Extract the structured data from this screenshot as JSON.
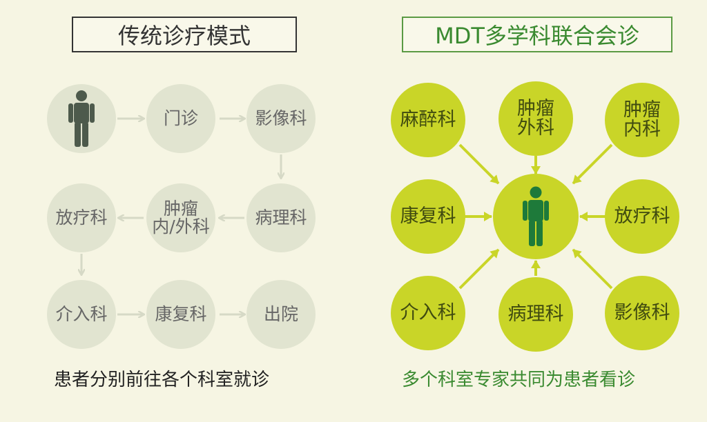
{
  "left": {
    "title": "传统诊疗模式",
    "nodes": [
      "门诊",
      "影像科",
      "肿瘤\n内/外科",
      "病理科",
      "放疗科",
      "介入科",
      "康复科",
      "出院"
    ],
    "caption": "患者分别前往各个科室就诊",
    "icon": "person-icon",
    "colors": {
      "circle": "#e1e4d0",
      "text": "#666666",
      "arrow": "#d6d9c6",
      "person": "#4d5a4c"
    }
  },
  "right": {
    "title": "MDT多学科联合会诊",
    "nodes": [
      "麻醉科",
      "肿瘤\n外科",
      "肿瘤\n内科",
      "康复科",
      "放疗科",
      "介入科",
      "病理科",
      "影像科"
    ],
    "caption": "多个科室专家共同为患者看诊",
    "icon": "person-icon",
    "colors": {
      "circle": "#c9d528",
      "text": "#404b10",
      "arrow": "#c9d528",
      "person": "#1e7a3a",
      "caption": "#3a8a30"
    }
  }
}
